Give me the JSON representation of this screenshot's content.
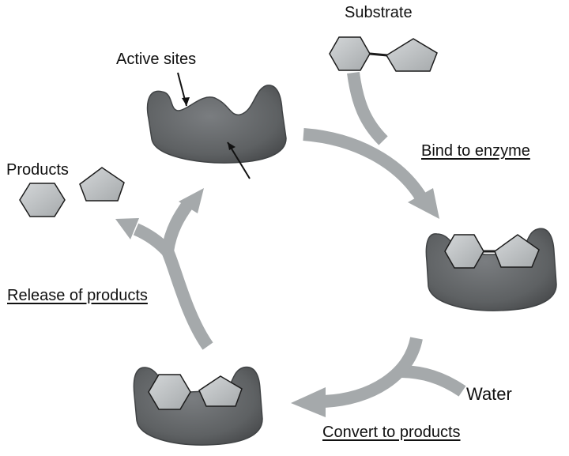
{
  "labels": {
    "substrate": "Substrate",
    "active_sites": "Active sites",
    "products": "Products",
    "bind": "Bind to enzyme",
    "release": "Release of products",
    "water": "Water",
    "convert": "Convert to products"
  },
  "colors": {
    "enzyme": "#5e6163",
    "enzyme_dark": "#404345",
    "arrow": "#a5a9ab",
    "molecule": "#bcc0c2",
    "outline": "#1c1c1c"
  },
  "icons": [
    "enzyme-icon",
    "substrate-molecule-icon",
    "product-hexagon-icon",
    "product-pentagon-icon",
    "cycle-arrow-icon"
  ]
}
